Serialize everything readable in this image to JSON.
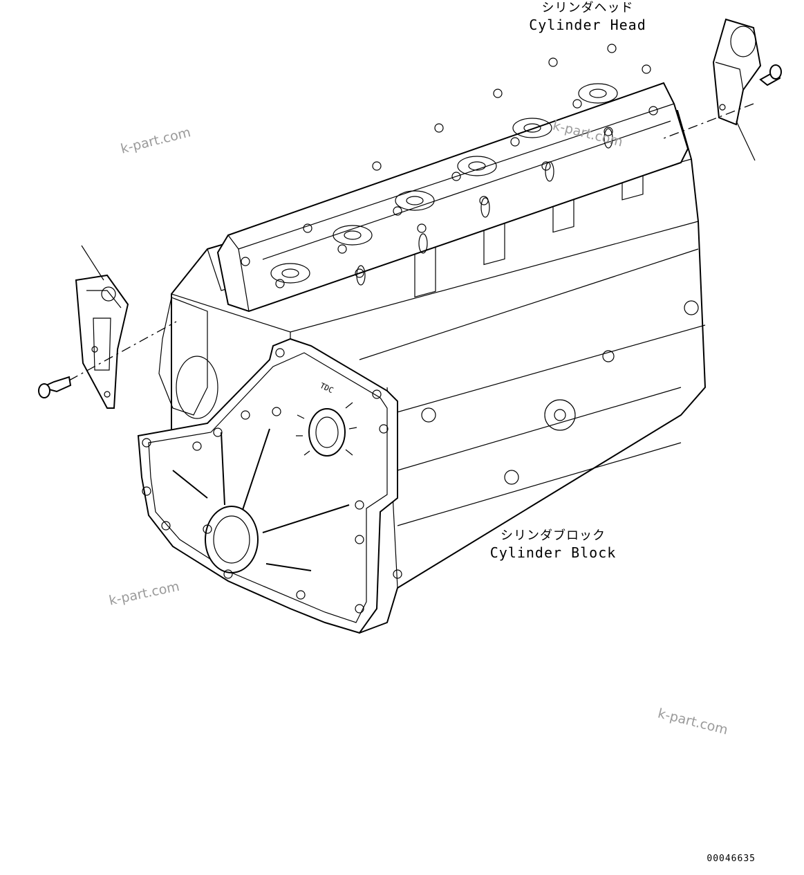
{
  "labels": {
    "cylinder_head_jp": "シリンダヘッド",
    "cylinder_head_en": "Cylinder Head",
    "cylinder_block_jp": "シリンダブロック",
    "cylinder_block_en": "Cylinder Block",
    "tdc_mark": "TDC"
  },
  "watermarks": [
    "k-part.com",
    "k-part.com",
    "k-part.com",
    "k-part.com"
  ],
  "document_id": "00046635",
  "colors": {
    "line": "#000000",
    "background": "#ffffff",
    "watermark": "#9a9a9a"
  }
}
